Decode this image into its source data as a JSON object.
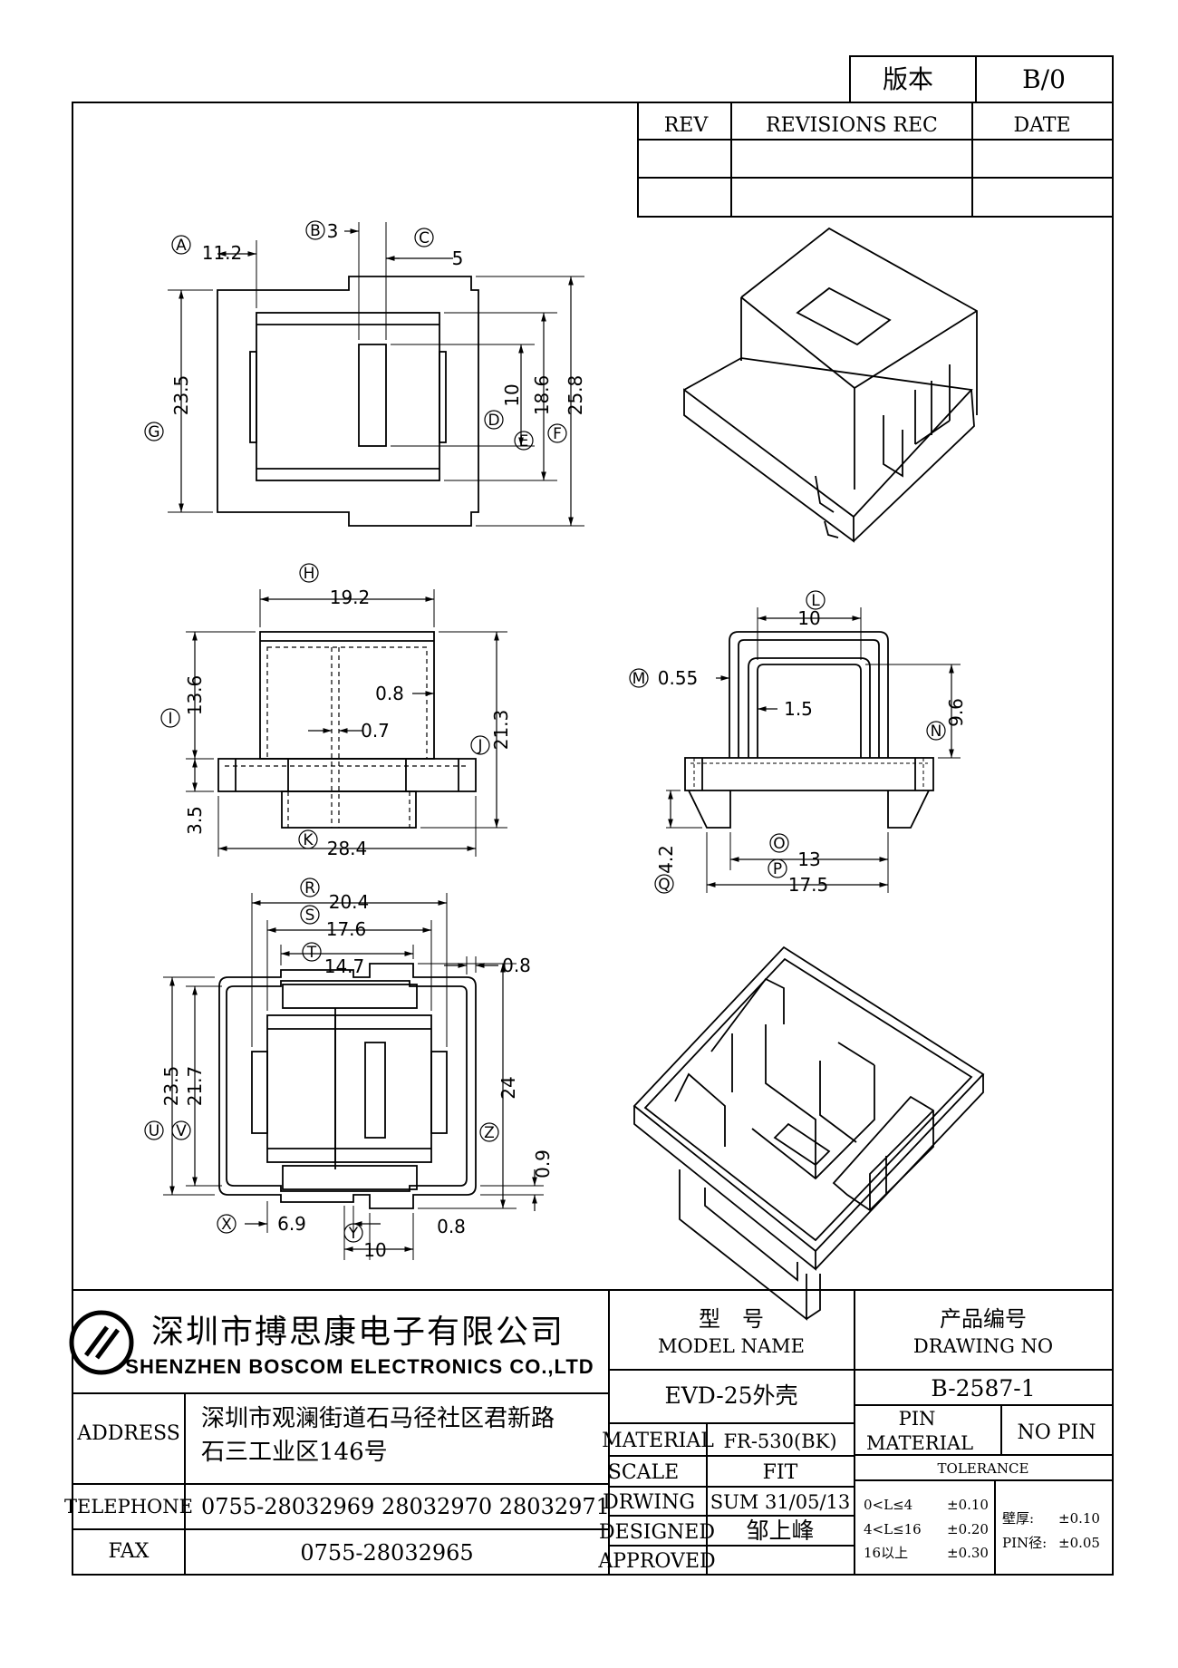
{
  "version": {
    "label": "版本",
    "value": "B/0"
  },
  "revisions": {
    "rev": "REV",
    "rec": "REVISIONS REC",
    "date": "DATE"
  },
  "views": {
    "top": {
      "labels": {
        "A": "A",
        "B": "B",
        "C": "C",
        "D": "D",
        "E": "E",
        "F": "F",
        "G": "G"
      },
      "dims": {
        "A": "11.2",
        "B": "3",
        "C": "5",
        "D": "10",
        "E": "18.6",
        "F": "25.8",
        "G": "23.5"
      }
    },
    "front": {
      "labels": {
        "H": "H",
        "I": "I",
        "J": "J",
        "K": "K"
      },
      "dims": {
        "H": "19.2",
        "I": "13.6",
        "t1": "0.8",
        "t2": "0.7",
        "J": "21.3",
        "base": "3.5",
        "K": "28.4"
      }
    },
    "side": {
      "labels": {
        "L": "L",
        "M": "M",
        "N": "N",
        "O": "O",
        "P": "P",
        "Q": "Q"
      },
      "dims": {
        "L": "10",
        "M": "0.55",
        "slot": "1.5",
        "N": "9.6",
        "Q": "4.2",
        "O": "13",
        "P": "17.5"
      }
    },
    "bottom": {
      "labels": {
        "R": "R",
        "S": "S",
        "T": "T",
        "U": "U",
        "V": "V",
        "Z": "Z",
        "X": "X",
        "Y": "Y"
      },
      "dims": {
        "R": "20.4",
        "S": "17.6",
        "T": "14.7",
        "wall": "0.8",
        "U": "23.5",
        "V": "21.7",
        "Z": "24",
        "gap": "0.9",
        "X": "6.9",
        "y_wall": "0.8",
        "Y": "10"
      }
    }
  },
  "company": {
    "name_cn": "深圳市搏思康电子有限公司",
    "name_en": "SHENZHEN BOSCOM ELECTRONICS CO.,LTD"
  },
  "model": {
    "label_cn": "型　号",
    "label_en": "MODEL NAME",
    "value": "EVD-25外壳"
  },
  "drawing_no": {
    "label_cn": "产品编号",
    "label_en": "DRAWING NO",
    "value": "B-2587-1"
  },
  "address": {
    "label": "ADDRESS",
    "line1": "深圳市观澜街道石马径社区君新路",
    "line2": "石三工业区146号"
  },
  "telephone": {
    "label": "TELEPHONE",
    "value": "0755-28032969 28032970 28032971"
  },
  "fax": {
    "label": "FAX",
    "value": "0755-28032965"
  },
  "material": {
    "label": "MATERIAL",
    "value": "FR-530(BK)"
  },
  "scale": {
    "label": "SCALE",
    "value": "FIT"
  },
  "drwing": {
    "label": "DRWING",
    "value": "SUM 31/05/13"
  },
  "designed": {
    "label": "DESIGNED",
    "value": "邹上峰"
  },
  "approved": {
    "label": "APPROVED",
    "value": ""
  },
  "pin_material": {
    "label1": "PIN",
    "label2": "MATERIAL",
    "value": "NO PIN"
  },
  "tolerance": {
    "title": "TOLERANCE",
    "r1": "0<L≤4",
    "v1": "±0.10",
    "r2": "4<L≤16",
    "v2": "±0.20",
    "r3": "16以上",
    "v3": "±0.30",
    "wall_label": "壁厚:",
    "wall_value": "±0.10",
    "pin_label": "PIN径:",
    "pin_value": "±0.05"
  }
}
